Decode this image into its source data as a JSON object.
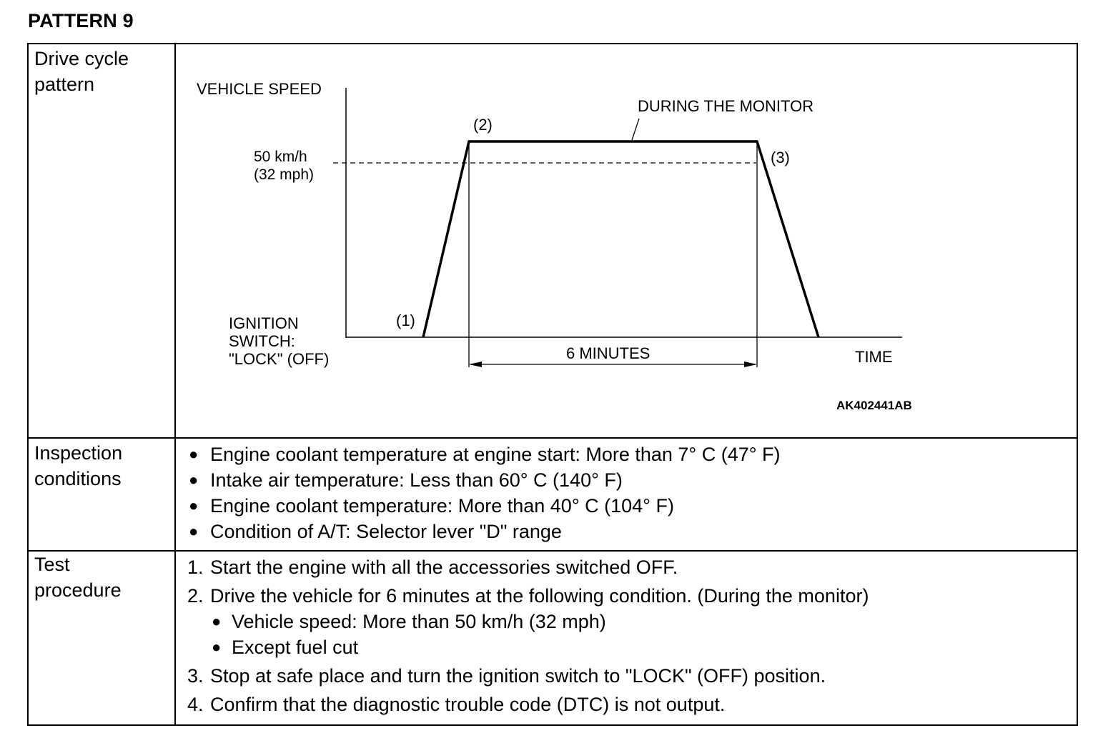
{
  "title": "PATTERN 9",
  "rows": {
    "drive": {
      "label": "Drive cycle\npattern",
      "diagram": {
        "y_label": "VEHICLE SPEED",
        "x_label": "TIME",
        "speed_line1": "50 km/h",
        "speed_line2": "(32 mph)",
        "origin_line1": "IGNITION",
        "origin_line2": "SWITCH:",
        "origin_line3": "\"LOCK\" (OFF)",
        "point1": "(1)",
        "point2": "(2)",
        "point3": "(3)",
        "monitor_label": "DURING THE MONITOR",
        "duration_label": "6 MINUTES",
        "figure_code": "AK402441AB"
      }
    },
    "inspection": {
      "label": "Inspection\nconditions",
      "items": [
        "Engine coolant temperature at engine start: More than 7° C (47° F)",
        "Intake air temperature: Less than 60° C (140° F)",
        "Engine coolant temperature: More than 40° C (104° F)",
        "Condition of A/T: Selector lever \"D\" range"
      ]
    },
    "test": {
      "label": "Test\nprocedure",
      "steps": [
        {
          "num": "1.",
          "text": "Start the engine with all the accessories switched OFF."
        },
        {
          "num": "2.",
          "text": "Drive the vehicle for 6 minutes at the following condition. (During the monitor)"
        },
        {
          "num": "3.",
          "text": "Stop at safe place and turn the ignition switch to \"LOCK\" (OFF) position."
        },
        {
          "num": "4.",
          "text": "Confirm that the diagnostic trouble code (DTC) is not output."
        }
      ],
      "substeps": [
        "Vehicle speed: More than 50 km/h (32 mph)",
        "Except fuel cut"
      ]
    }
  }
}
